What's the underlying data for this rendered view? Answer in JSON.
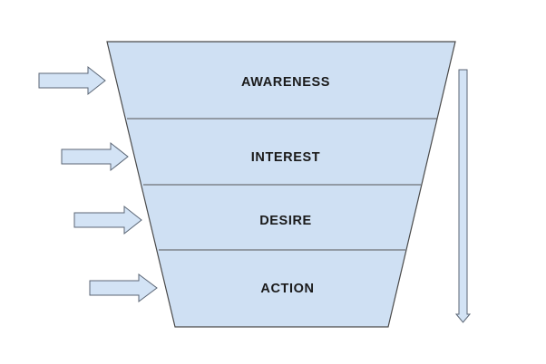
{
  "diagram": {
    "type": "funnel",
    "stages": [
      {
        "label": "AWARENESS"
      },
      {
        "label": "INTEREST"
      },
      {
        "label": "DESIRE"
      },
      {
        "label": "ACTION"
      }
    ],
    "colors": {
      "fill": "#cfe0f3",
      "stroke": "#4a4a4a",
      "divider": "#555555",
      "arrow_fill": "#d3e3f5",
      "arrow_stroke": "#5b6675"
    },
    "inbound_arrows": 4,
    "flow_arrow": "downward"
  }
}
